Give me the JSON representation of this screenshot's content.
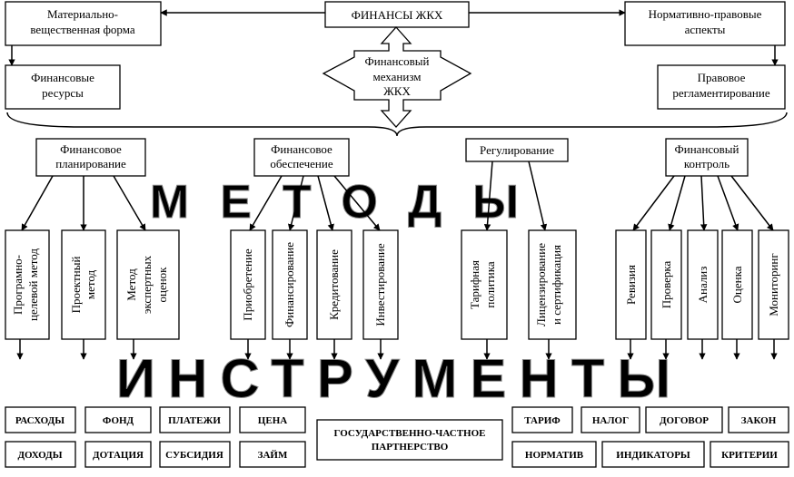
{
  "top": {
    "center": "ФИНАНСЫ ЖКХ",
    "left": [
      "Материально-",
      "вещественная форма"
    ],
    "right": [
      "Нормативно-правовые",
      "аспекты"
    ],
    "finres": [
      "Финансовые",
      "ресурсы"
    ],
    "legal": [
      "Правовое",
      "регламентирование"
    ],
    "mechanism": [
      "Финансовый",
      "механизм",
      "ЖКХ"
    ]
  },
  "groups": {
    "planning": [
      "Финансовое",
      "планирование"
    ],
    "provision": [
      "Финансовое",
      "обеспечение"
    ],
    "regulation": [
      "Регулирование"
    ],
    "control": [
      "Финансовый",
      "контроль"
    ]
  },
  "methods_word": "МЕТОДЫ",
  "instruments_word": "ИНСТРУМЕНТЫ",
  "methods": [
    [
      "Програмно-",
      "целевой метод"
    ],
    [
      "Проектный",
      "метод"
    ],
    [
      "Метод",
      "экспертных",
      "оценок"
    ],
    [
      "Приобретение"
    ],
    [
      "Финансирование"
    ],
    [
      "Кредитование"
    ],
    [
      "Инвестирование"
    ],
    [
      "Тарифная",
      "политика"
    ],
    [
      "Лицензирование",
      "и сертификация"
    ],
    [
      "Ревизия"
    ],
    [
      "Проверка"
    ],
    [
      "Анализ"
    ],
    [
      "Оценка"
    ],
    [
      "Мониторинг"
    ]
  ],
  "instruments": {
    "expenses": "РАСХОДЫ",
    "fund": "ФОНД",
    "payments": "ПЛАТЕЖИ",
    "price": "ЦЕНА",
    "incomes": "ДОХОДЫ",
    "subsidy": "ДОТАЦИЯ",
    "grant": "СУБСИДИЯ",
    "loan": "ЗАЙМ",
    "ppp": [
      "ГОСУДАРСТВЕННО-ЧАСТНОЕ",
      "ПАРТНЕРСТВО"
    ],
    "tariff": "ТАРИФ",
    "tax": "НАЛОГ",
    "contract": "ДОГОВОР",
    "law": "ЗАКОН",
    "norm": "НОРМАТИВ",
    "indicators": "ИНДИКАТОРЫ",
    "criteria": "КРИТЕРИИ"
  }
}
